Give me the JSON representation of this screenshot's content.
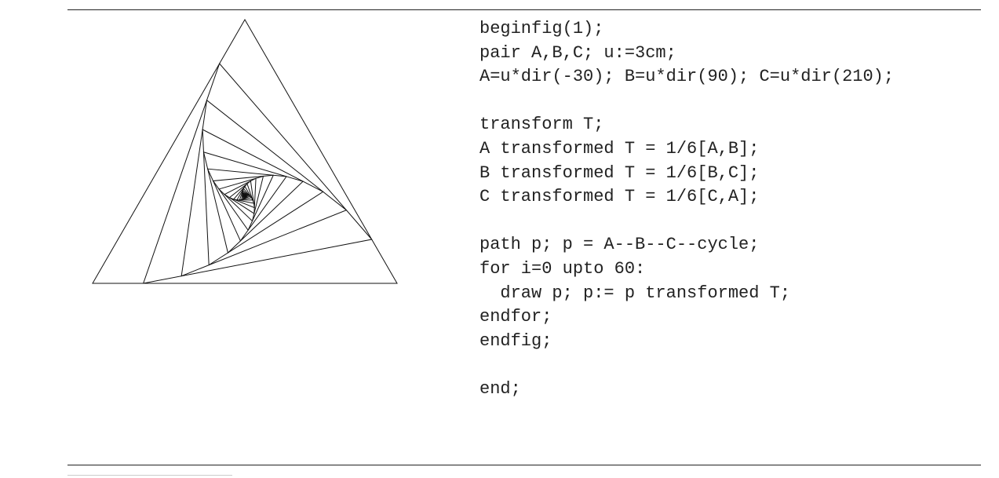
{
  "code": {
    "lines": [
      "beginfig(1);",
      "pair A,B,C; u:=3cm;",
      "A=u*dir(-30); B=u*dir(90); C=u*dir(210);",
      "",
      "transform T;",
      "A transformed T = 1/6[A,B];",
      "B transformed T = 1/6[B,C];",
      "C transformed T = 1/6[C,A];",
      "",
      "path p; p = A--B--C--cycle;",
      "for i=0 upto 60:",
      "  draw p; p:= p transformed T;",
      "endfor;",
      "endfig;",
      "",
      "end;"
    ]
  },
  "figure": {
    "ratio": 0.16666667,
    "iterations": 61,
    "stroke": "#111111"
  }
}
